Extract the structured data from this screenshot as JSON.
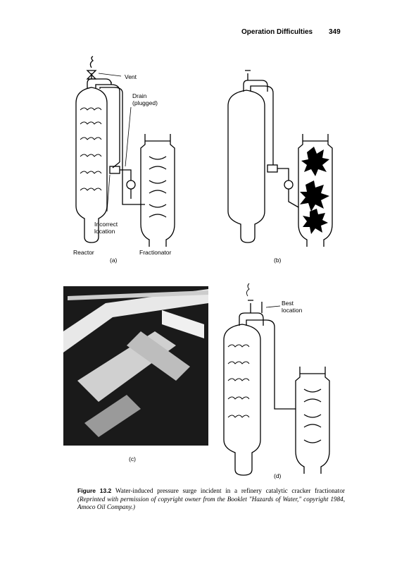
{
  "header": {
    "section_title": "Operation Difficulties",
    "page_number": "349"
  },
  "figure": {
    "panel_a": {
      "vent_label": "Vent",
      "drain_label": "Drain\n(plugged)",
      "incorrect_label": "Incorrect\nlocation",
      "reactor_label": "Reactor",
      "fractionator_label": "Fractionator",
      "sub_label": "(a)"
    },
    "panel_b": {
      "sub_label": "(b)"
    },
    "panel_c": {
      "sub_label": "(c)"
    },
    "panel_d": {
      "best_label": "Best\nlocation",
      "sub_label": "(d)"
    },
    "caption": {
      "number": "Figure 13.2",
      "text": "Water-induced pressure surge incident in a refinery catalytic cracker fractionator",
      "credit": "(Reprinted with permission of copyright owner from the Booklet \"Hazards of Water,\" copyright 1984, Amoco Oil Company.)"
    }
  }
}
